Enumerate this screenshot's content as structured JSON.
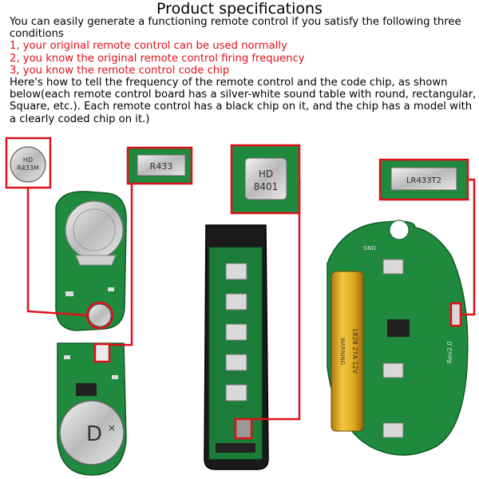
{
  "title": "Product specifications",
  "intro": "You can easily generate a functioning remote control if you satisfy the following three conditions",
  "conditions": [
    "1, your original remote control can be used normally",
    "2, you know the original remote control firing frequency",
    "3, you know the remote control code chip"
  ],
  "explanation": "Here's how to tell the frequency of the remote control and the code chip, as shown below(each remote control board has a silver-white sound table with round, rectangular, Square, etc.). Each remote control has a black chip on it, and the chip has a model with a clearly coded chip on it.)",
  "zoom_labels": {
    "round_resonator": "HD R433M",
    "rect_resonator_1": "R433",
    "square_resonator": "HD 8401",
    "rect_resonator_2": "LR433T2"
  },
  "board_markings": {
    "board4_rev": "Rev2.0",
    "board4_gnd": "GND",
    "battery_text": "L828 27A 12V",
    "battery_warning": "WARNING"
  },
  "colors": {
    "accent_red": "#e0101a",
    "pcb_green": "#1f8a3e",
    "pcb_dark": "#146a2c"
  }
}
